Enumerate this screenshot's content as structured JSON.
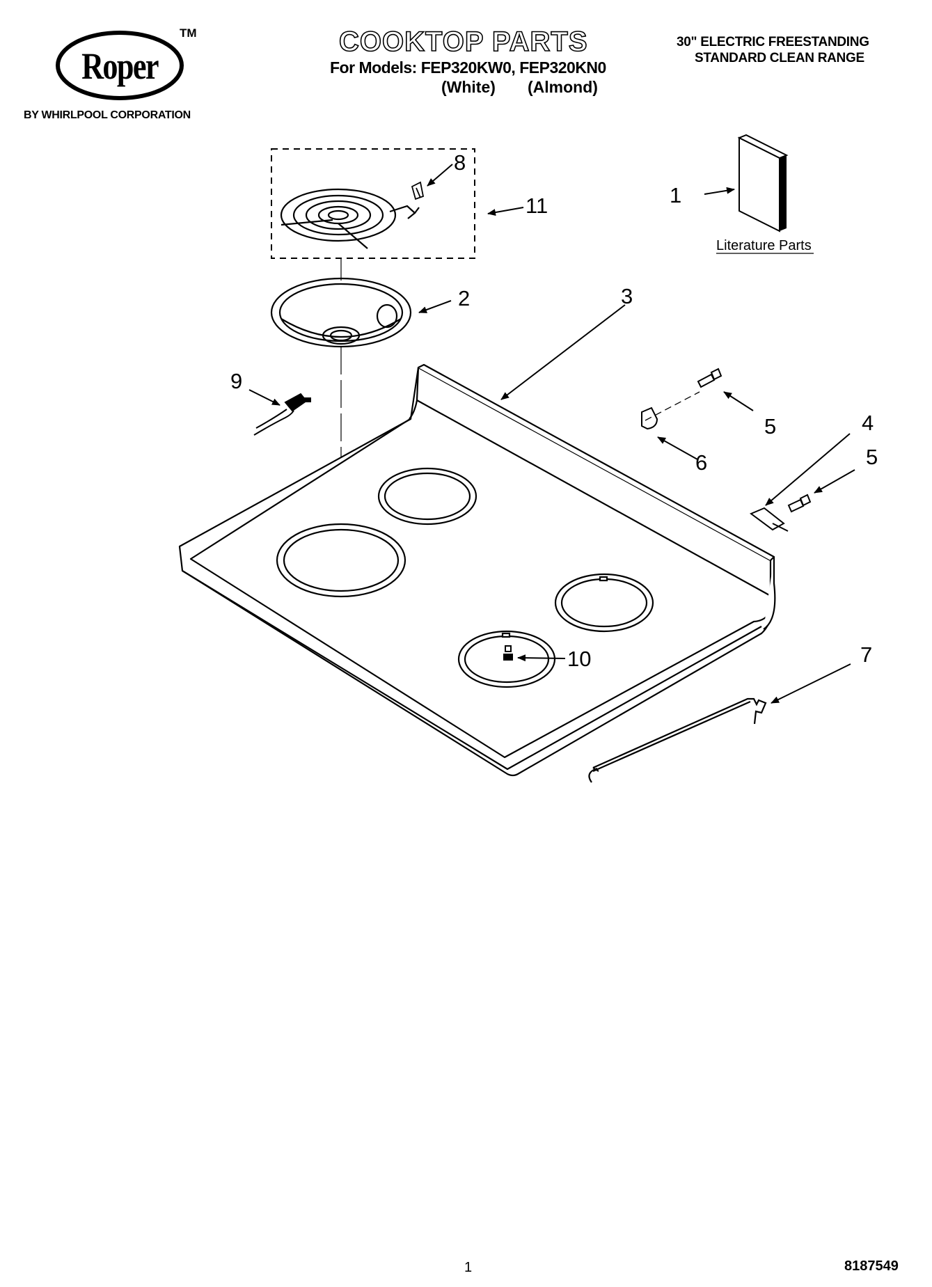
{
  "brand": {
    "logo_text": "Roper",
    "trademark": "TM",
    "subtitle": "BY WHIRLPOOL CORPORATION"
  },
  "header": {
    "title": "COOKTOP PARTS",
    "models_line": "For Models: FEP320KW0, FEP320KN0",
    "color_white": "(White)",
    "color_almond": "(Almond)",
    "product_line1": "30\" ELECTRIC FREESTANDING",
    "product_line2": "STANDARD CLEAN RANGE"
  },
  "diagram": {
    "literature_label": "Literature Parts",
    "callouts": {
      "c1": "1",
      "c2": "2",
      "c3": "3",
      "c4": "4",
      "c5a": "5",
      "c5b": "5",
      "c6": "6",
      "c7": "7",
      "c8": "8",
      "c9": "9",
      "c10": "10",
      "c11": "11"
    }
  },
  "footer": {
    "page_number": "1",
    "doc_number": "8187549"
  }
}
